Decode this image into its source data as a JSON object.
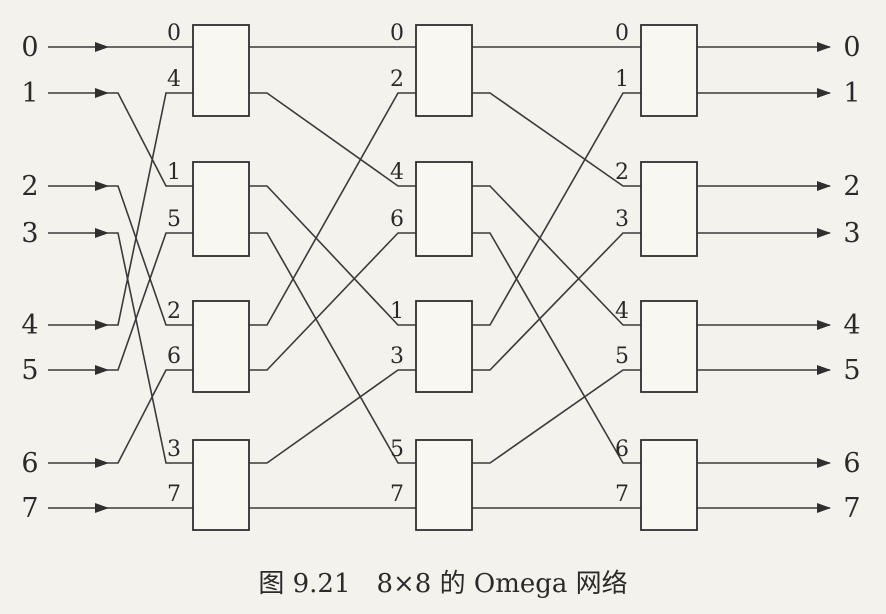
{
  "figure": {
    "inputs": [
      "0",
      "1",
      "2",
      "3",
      "4",
      "5",
      "6",
      "7"
    ],
    "outputs": [
      "0",
      "1",
      "2",
      "3",
      "4",
      "5",
      "6",
      "7"
    ],
    "stages": [
      {
        "switches": [
          [
            "0",
            "4"
          ],
          [
            "1",
            "5"
          ],
          [
            "2",
            "6"
          ],
          [
            "3",
            "7"
          ]
        ]
      },
      {
        "switches": [
          [
            "0",
            "2"
          ],
          [
            "4",
            "6"
          ],
          [
            "1",
            "3"
          ],
          [
            "5",
            "7"
          ]
        ]
      },
      {
        "switches": [
          [
            "0",
            "1"
          ],
          [
            "2",
            "3"
          ],
          [
            "4",
            "5"
          ],
          [
            "6",
            "7"
          ]
        ]
      }
    ],
    "caption": "图 9.21　8×8 的 Omega 网络",
    "colors": {
      "line": "#3a3a3a",
      "box": "#2f2f2f",
      "text": "#2a2a2a",
      "background": "#f4f2ec"
    }
  }
}
